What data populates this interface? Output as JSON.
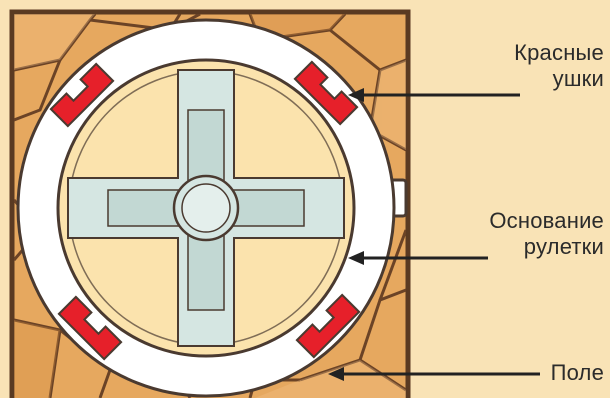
{
  "labels": {
    "ears_line1": "Красные",
    "ears_line2": "ушки",
    "base_line1": "Основание",
    "base_line2": "рулетки",
    "field": "Поле"
  },
  "colors": {
    "background": "#f9e3b6",
    "field_tile": "#e6a85f",
    "field_grout": "#5a3a22",
    "ring": "#ffffff",
    "ring_outline": "#4a3a30",
    "inner_disc": "#fbe3ad",
    "cross": "#d5e6e2",
    "ears": "#e6202a",
    "arrow": "#222222"
  },
  "icons": {
    "ears": "red-ear-icon",
    "arrow": "pointer-arrow-icon"
  }
}
